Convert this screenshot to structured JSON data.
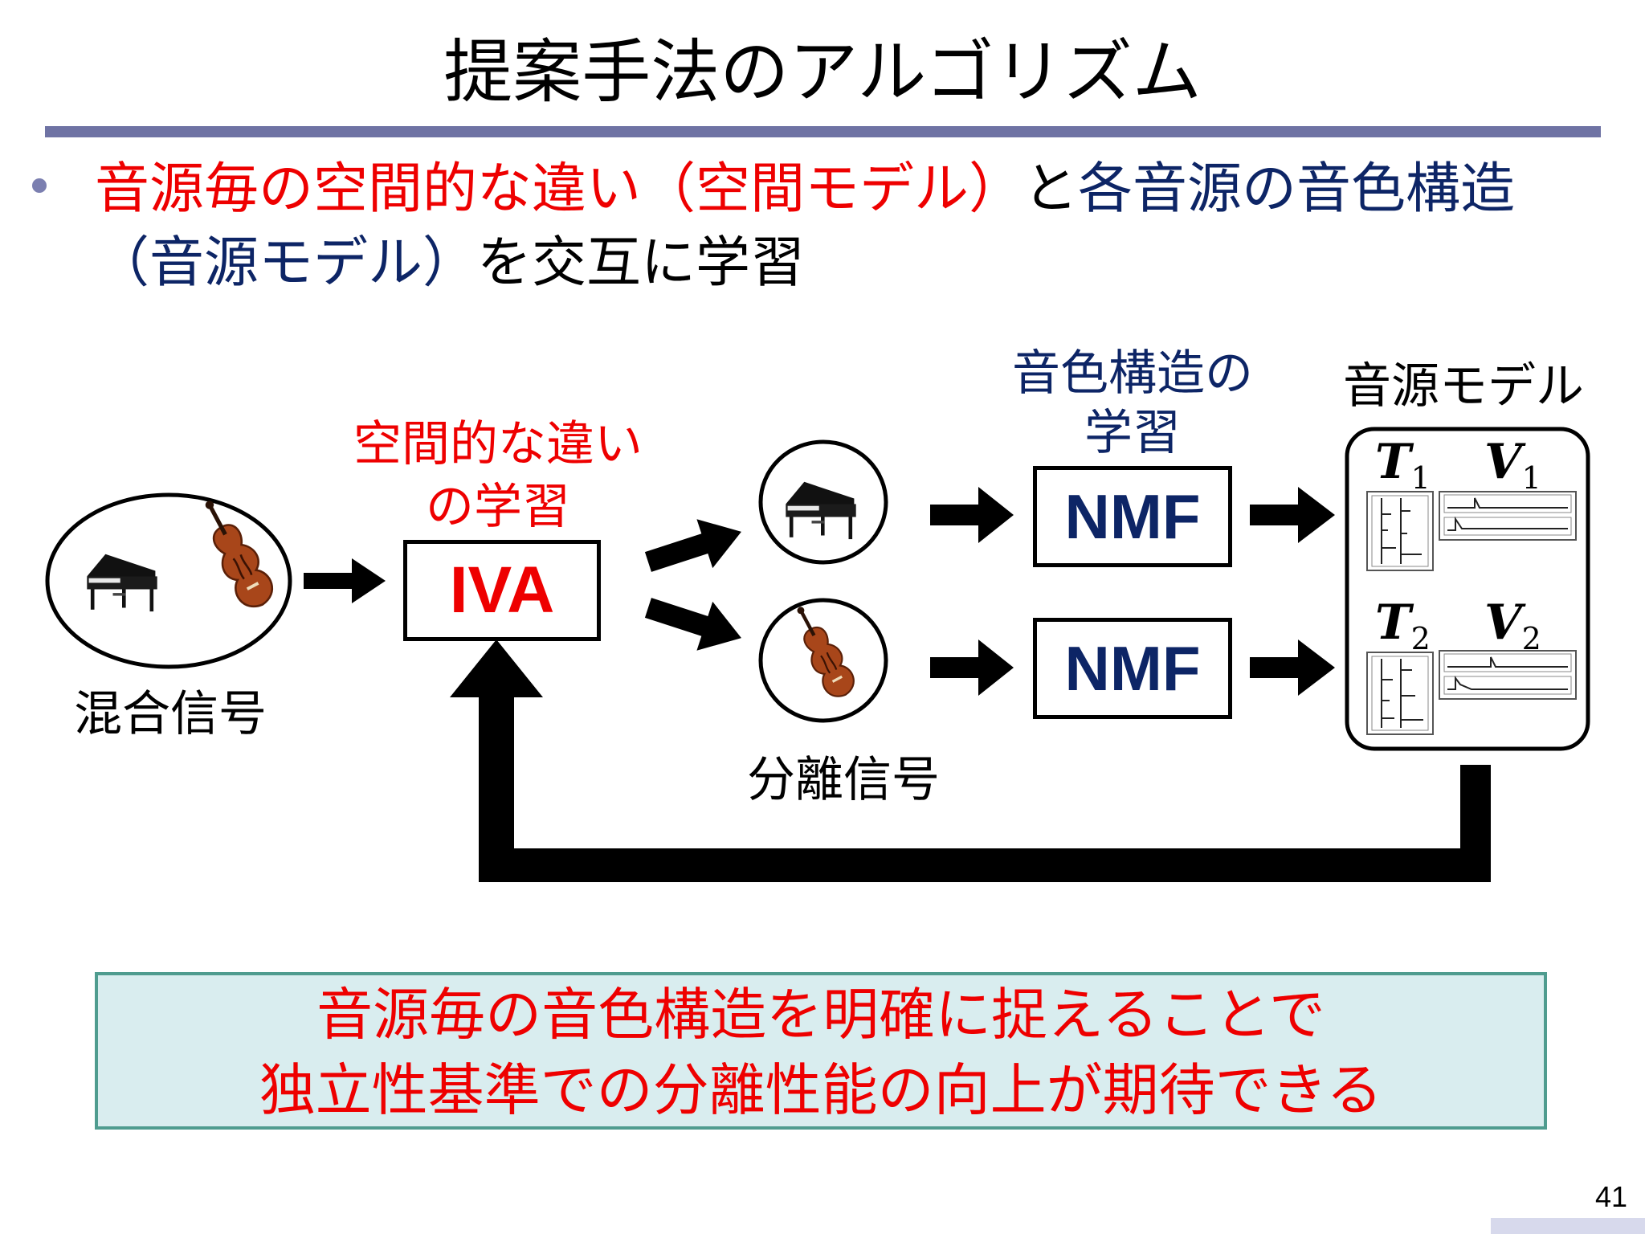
{
  "title": "提案手法のアルゴリズム",
  "bullet": {
    "part1": "音源毎の空間的な違い（空間モデル）",
    "part2": "と",
    "part3": "各音源の音色構造（音源モデル）",
    "part4": "を交互に学習"
  },
  "diagram": {
    "mixed_label": "混合信号",
    "spatial_label_line1": "空間的な違い",
    "spatial_label_line2": "の学習",
    "iva_label": "IVA",
    "separated_label": "分離信号",
    "timbre_label_line1": "音色構造の",
    "timbre_label_line2": "学習",
    "nmf_top_label": "NMF",
    "nmf_bottom_label": "NMF",
    "source_model_label": "音源モデル",
    "t1": "T",
    "t1_sub": "1",
    "v1": "V",
    "v1_sub": "1",
    "t2": "T",
    "t2_sub": "2",
    "v2": "V",
    "v2_sub": "2"
  },
  "conclusion": {
    "line1": "音源毎の音色構造を明確に捉えることで",
    "line2": "独立性基準での分離性能の向上が期待できる"
  },
  "page_number": "41",
  "colors": {
    "accent_red": "#ee0000",
    "navy": "#0d2566",
    "rule": "#6f73a4",
    "box_fill": "#d9edef",
    "box_border": "#4f9c8f"
  }
}
